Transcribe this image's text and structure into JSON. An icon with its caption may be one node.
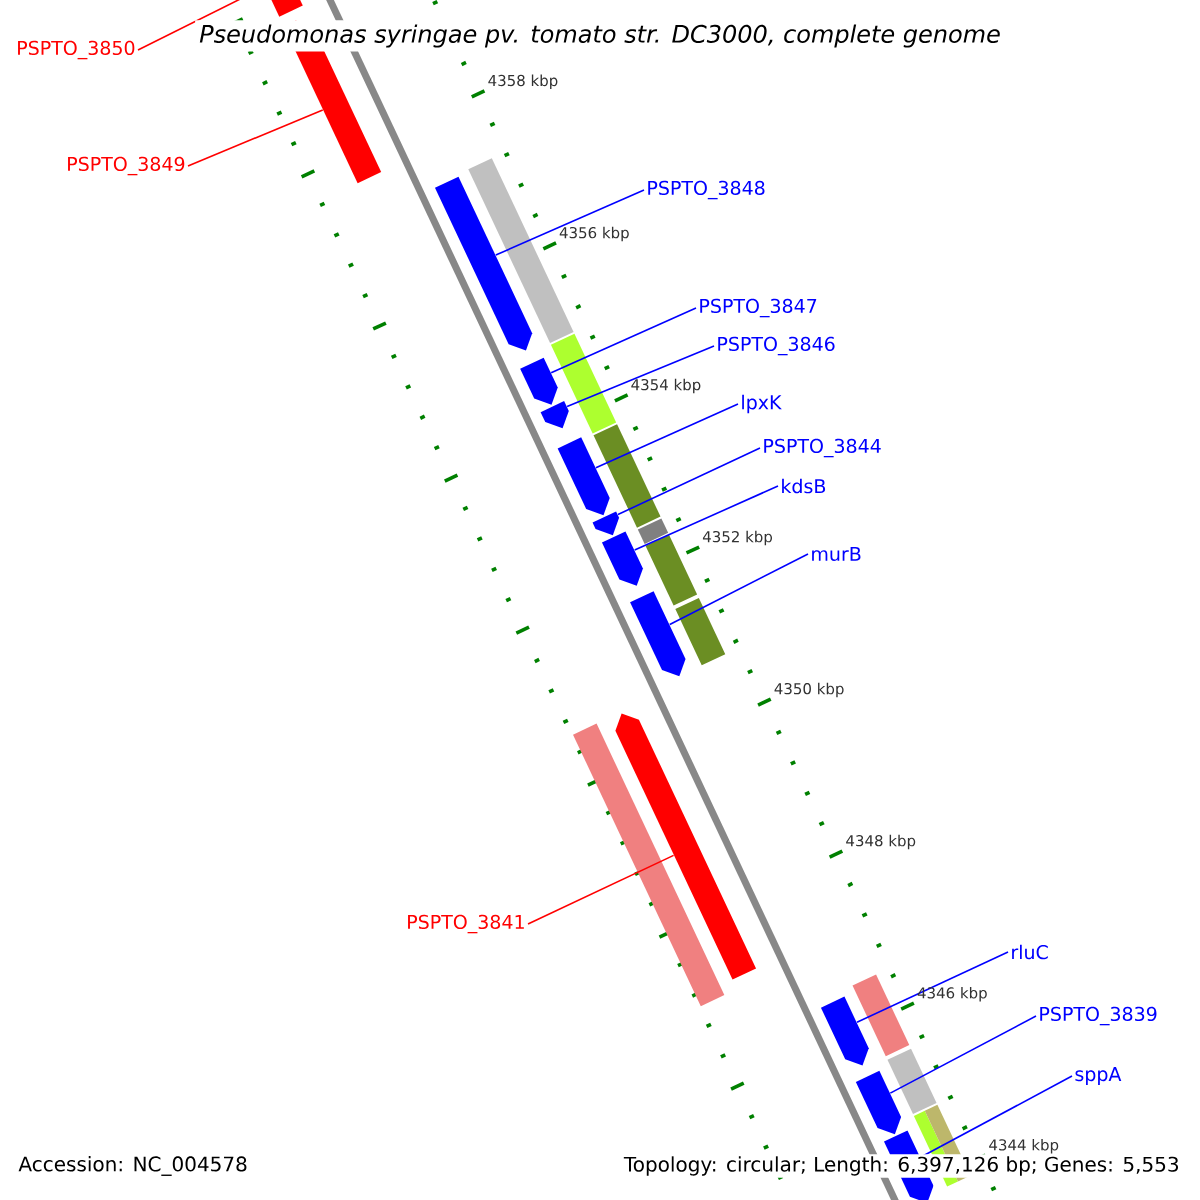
{
  "diagram": {
    "title": "Pseudomonas syringae pv. tomato str. DC3000, complete genome",
    "nodes": [
      {
        "text": [
          "PSPTO_3850"
        ]
      },
      {
        "text": [
          "PSPTO_3849"
        ]
      },
      {
        "text": [
          "PSPTO_3848"
        ]
      },
      {
        "text": [
          "PSPTO_3847"
        ]
      },
      {
        "text": [
          "PSPTO_3846"
        ]
      },
      {
        "text": [
          "lpxK"
        ]
      },
      {
        "text": [
          "PSPTO_3844"
        ]
      },
      {
        "text": [
          "kdsB"
        ]
      },
      {
        "text": [
          "murB"
        ]
      },
      {
        "text": [
          "PSPTO_3841"
        ]
      },
      {
        "text": [
          "rluC"
        ]
      },
      {
        "text": [
          "PSPTO_3839"
        ]
      },
      {
        "text": [
          "sppA"
        ]
      },
      {
        "text": [],
        "shape": "bar"
      },
      {
        "text": [],
        "shape": "bar"
      },
      {
        "text": [],
        "shape": "bar"
      },
      {
        "text": [],
        "shape": "bar"
      },
      {
        "text": [],
        "shape": "bar"
      },
      {
        "text": [],
        "shape": "bar"
      },
      {
        "text": [],
        "shape": "bar"
      },
      {
        "text": [],
        "shape": "bar"
      },
      {
        "text": [],
        "shape": "bar"
      },
      {
        "text": [],
        "shape": "bar"
      },
      {
        "text": [],
        "shape": "bar"
      },
      {
        "text": [],
        "shape": "bar"
      },
      {
        "text": [],
        "shape": "bar"
      }
    ],
    "edges": [
      {
        "from": 0,
        "to": 13,
        "arrow": "none",
        "color": "#ff0000"
      },
      {
        "from": 1,
        "to": 14,
        "arrow": "none",
        "color": "#ff0000"
      },
      {
        "from": 2,
        "to": 15,
        "arrow": "none"
      },
      {
        "from": 3,
        "to": 16,
        "arrow": "none"
      },
      {
        "from": 4,
        "to": 17,
        "arrow": "none"
      },
      {
        "from": 5,
        "to": 18,
        "arrow": "none"
      },
      {
        "from": 6,
        "to": 19,
        "arrow": "none"
      },
      {
        "from": 7,
        "to": 20,
        "arrow": "none"
      },
      {
        "from": 8,
        "to": 21,
        "arrow": "none"
      },
      {
        "from": 9,
        "to": 22,
        "arrow": "none",
        "color": "#ff0000"
      },
      {
        "from": 10,
        "to": 23,
        "arrow": "none"
      },
      {
        "from": 11,
        "to": 24,
        "arrow": "none"
      },
      {
        "from": 12,
        "to": 25,
        "arrow": "none"
      }
    ],
    "labels": [
      "4358 kbp",
      "4356 kbp",
      "4354 kbp",
      "4352 kbp",
      "4350 kbp",
      "4348 kbp",
      "4346 kbp",
      "4344 kbp",
      "Accession: NC_004578",
      "Topology: circular; Length: 6,397,126 bp; Genes: 5,553"
    ]
  }
}
